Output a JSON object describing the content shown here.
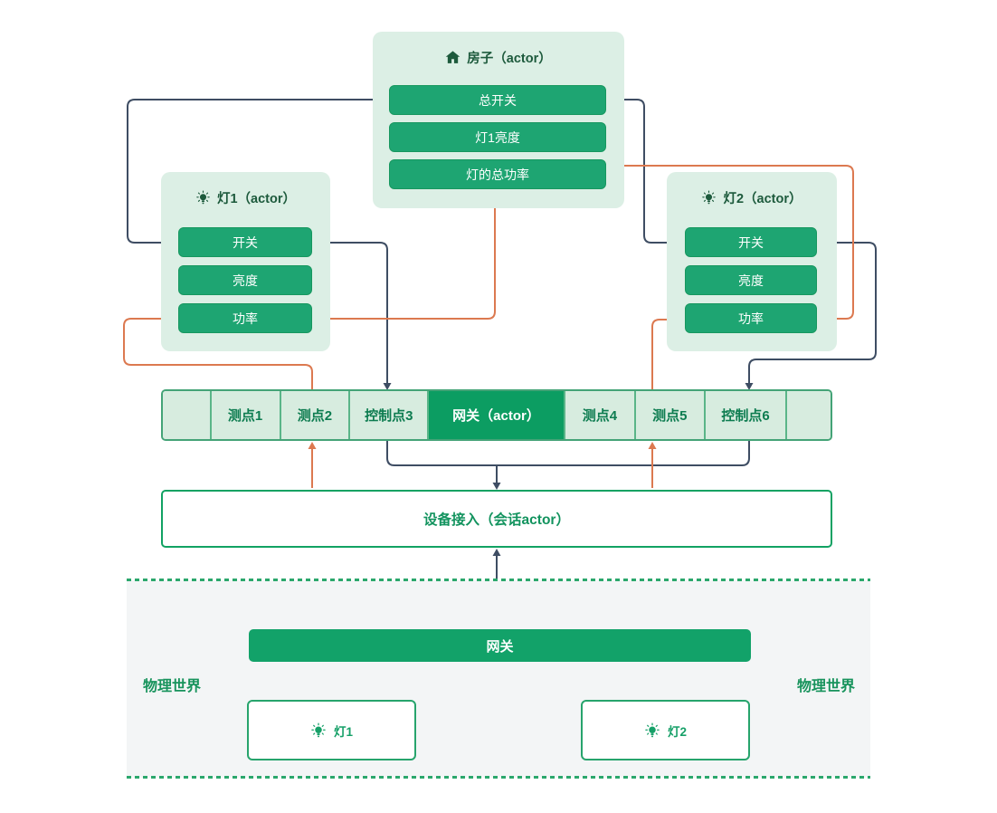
{
  "colors": {
    "button_green": "#1EA572",
    "gateway_cell_green": "#0C9D62",
    "panel_bg": "#DCEFE5",
    "cell_bg": "#D7ECDF",
    "cell_border": "#5AB588",
    "accent_green": "#12A263",
    "deep_green_text": "#1D5A3C",
    "bar_text_green": "#0D7C50",
    "dark_arrow": "#3E4D63",
    "orange_arrow": "#DC7950",
    "physical_bg": "#F3F5F6"
  },
  "house_panel": {
    "title": "房子（actor）",
    "icon": "house-icon",
    "buttons": [
      "总开关",
      "灯1亮度",
      "灯的总功率"
    ]
  },
  "lamp1_panel": {
    "title": "灯1（actor）",
    "icon": "bulb-icon",
    "buttons": [
      "开关",
      "亮度",
      "功率"
    ]
  },
  "lamp2_panel": {
    "title": "灯2（actor）",
    "icon": "bulb-icon",
    "buttons": [
      "开关",
      "亮度",
      "功率"
    ]
  },
  "gateway_bar": {
    "cells": [
      {
        "label": ""
      },
      {
        "label": "测点1"
      },
      {
        "label": "测点2"
      },
      {
        "label": "控制点3"
      },
      {
        "label": "网关（actor）"
      },
      {
        "label": "测点4"
      },
      {
        "label": "测点5"
      },
      {
        "label": "控制点6"
      },
      {
        "label": ""
      }
    ]
  },
  "device_access": {
    "label": "设备接入（会话actor）"
  },
  "physical_world": {
    "left_label": "物理世界",
    "right_label": "物理世界",
    "gateway_label": "网关",
    "device1_label": "灯1",
    "device2_label": "灯2"
  }
}
